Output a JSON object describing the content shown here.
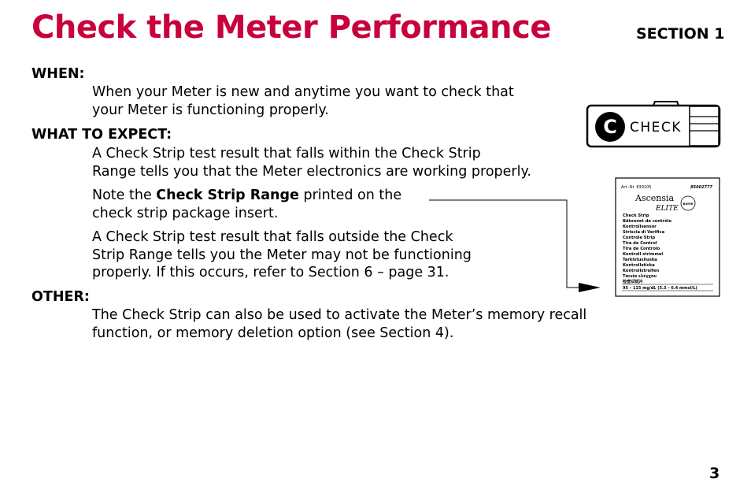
{
  "page": {
    "title": "Check the Meter Performance",
    "section": "SECTION 1",
    "page_number": "3",
    "accent_color": "#c8003c"
  },
  "when": {
    "heading": "WHEN:",
    "lines": [
      "When your Meter is new and anytime you want to check that",
      "your Meter is functioning properly."
    ]
  },
  "what_to_expect": {
    "heading": "WHAT TO EXPECT:",
    "para1_lines": [
      "A Check Strip test result that falls within the Check Strip",
      "Range tells you that the Meter electronics are working properly."
    ],
    "note_prefix": "Note the ",
    "note_bold": "Check Strip Range",
    "note_suffix": " printed on the",
    "note_line2": "check strip package insert.",
    "para3_lines": [
      "A Check Strip test result that falls outside the Check",
      "Strip Range tells you the Meter may not be functioning",
      "properly. If this occurs, refer to Section 6 – page 31."
    ]
  },
  "other": {
    "heading": "OTHER:",
    "lines": [
      "The Check Strip can also be used to activate the Meter’s memory recall",
      "function, or memory deletion option (see Section 4)."
    ]
  },
  "check_strip_icon": {
    "icon": "check-strip-icon",
    "logo_letter": "C",
    "label": "CHECK"
  },
  "package_insert": {
    "icon": "package-insert-icon",
    "art_no": "Art.-Nr. 839105",
    "lot_no": "85002777",
    "brand": "Ascensia",
    "brand_sub": "ELITE",
    "maker_logo": "BAYER",
    "names": [
      "Check Strip",
      "Bâtonnet de contrôle",
      "Kontrollsensor",
      "Striscia di Verifica",
      "Controle Strip",
      "Tira de Control",
      "Tira de Controlo",
      "Kontroll strimmel",
      "Tarkistusliuska",
      "Kontrollsticka",
      "Kontrollstreifen",
      "Ταινία ελέγχου",
      "检查试纸片"
    ],
    "range": "95 – 115 mg/dL (5.3 – 6.4 mmol/L)"
  }
}
